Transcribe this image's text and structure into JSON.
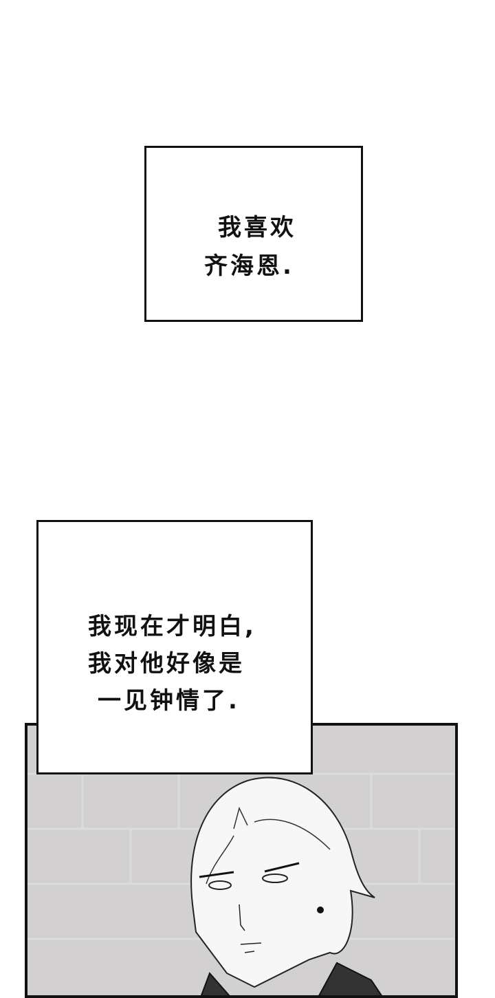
{
  "caption_1": {
    "lines": [
      "我喜欢",
      "齐海恩."
    ]
  },
  "caption_2": {
    "lines": [
      "我现在才明白,",
      "我对他好像是",
      "一见钟情了."
    ]
  }
}
